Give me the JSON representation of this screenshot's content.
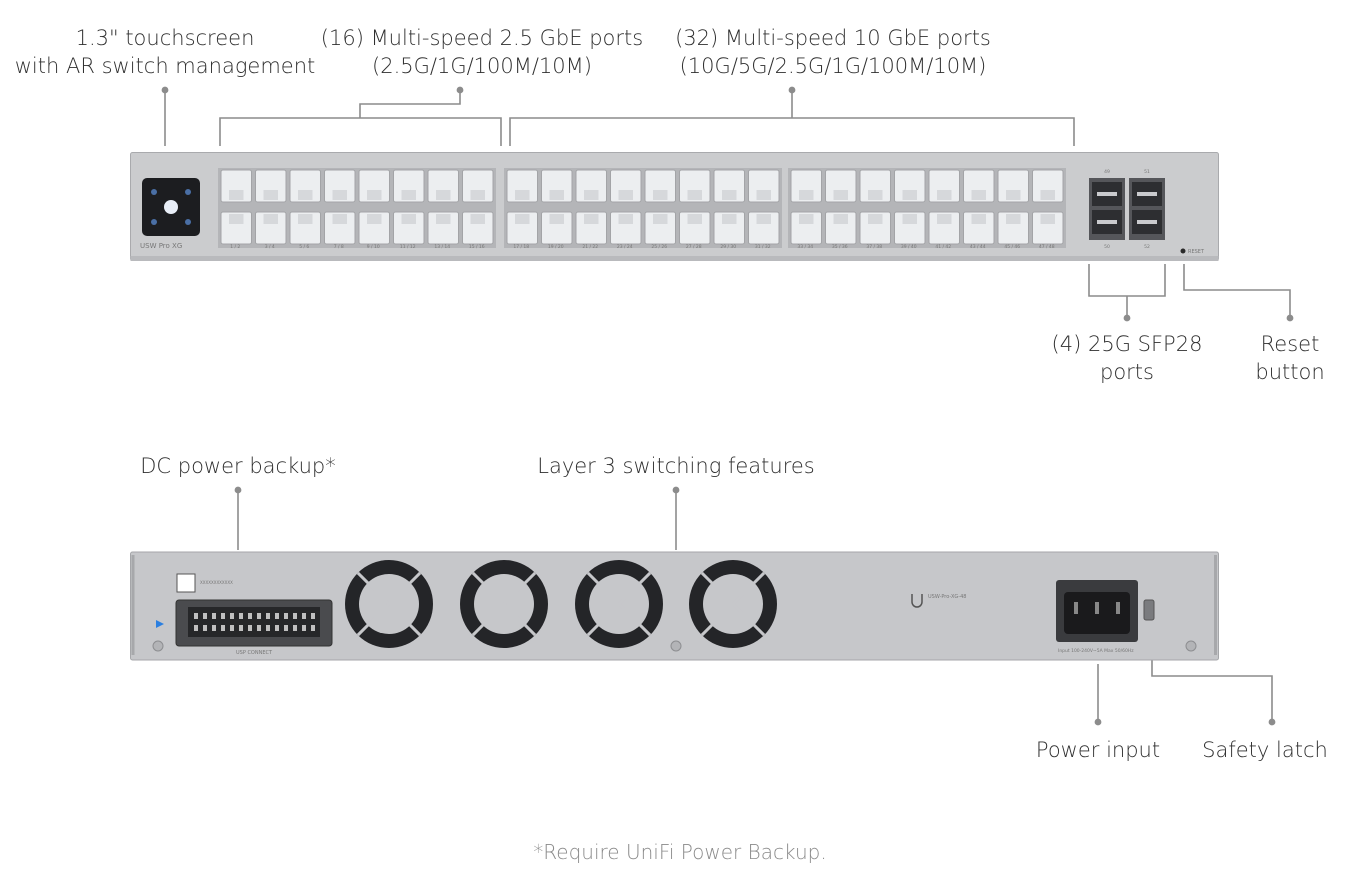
{
  "front_callouts": {
    "touchscreen": [
      "1.3\" touchscreen",
      "with AR switch management"
    ],
    "ports_25g": [
      "(16) Multi-speed 2.5 GbE ports",
      "(2.5G/1G/100M/10M)"
    ],
    "ports_10g": [
      "(32) Multi-speed 10 GbE ports",
      "(10G/5G/2.5G/1G/100M/10M)"
    ],
    "sfp28": [
      "(4) 25G SFP28",
      "ports"
    ],
    "reset": [
      "Reset",
      "button"
    ]
  },
  "rear_callouts": {
    "dc_power": "DC power backup*",
    "layer3": "Layer 3 switching features",
    "power_input": "Power input",
    "safety_latch": "Safety latch"
  },
  "device_front": {
    "model_label": "USW Pro XG",
    "reset_label": "RESET",
    "port_pair_labels": [
      "1 / 2",
      "3 / 4",
      "5 / 6",
      "7 / 8",
      "9 / 10",
      "11 / 12",
      "13 / 14",
      "15 / 16",
      "17 / 18",
      "19 / 20",
      "21 / 22",
      "23 / 24",
      "25 / 26",
      "27 / 28",
      "29 / 30",
      "31 / 32",
      "33 / 34",
      "35 / 36",
      "37 / 38",
      "39 / 40",
      "41 / 42",
      "43 / 44",
      "45 / 46",
      "47 / 48"
    ],
    "sfp_top_labels": [
      "49",
      "51"
    ],
    "sfp_bottom_labels": [
      "50",
      "52"
    ]
  },
  "device_rear": {
    "connector_label": "USP CONNECT",
    "qr_text": "XXXXXXXXXXXX",
    "model_text": "USW-Pro-XG-48",
    "power_rating": "Input 100-240V~5A Max 50/60Hz"
  },
  "footnote": "*Require UniFi Power Backup.",
  "colors": {
    "chassis": "#c9cacd",
    "chassis_dark": "#9a9b9e",
    "port_bg": "#e9eaec",
    "leader_line": "#8c8c8c",
    "sfp_led": "#c9cacd"
  }
}
